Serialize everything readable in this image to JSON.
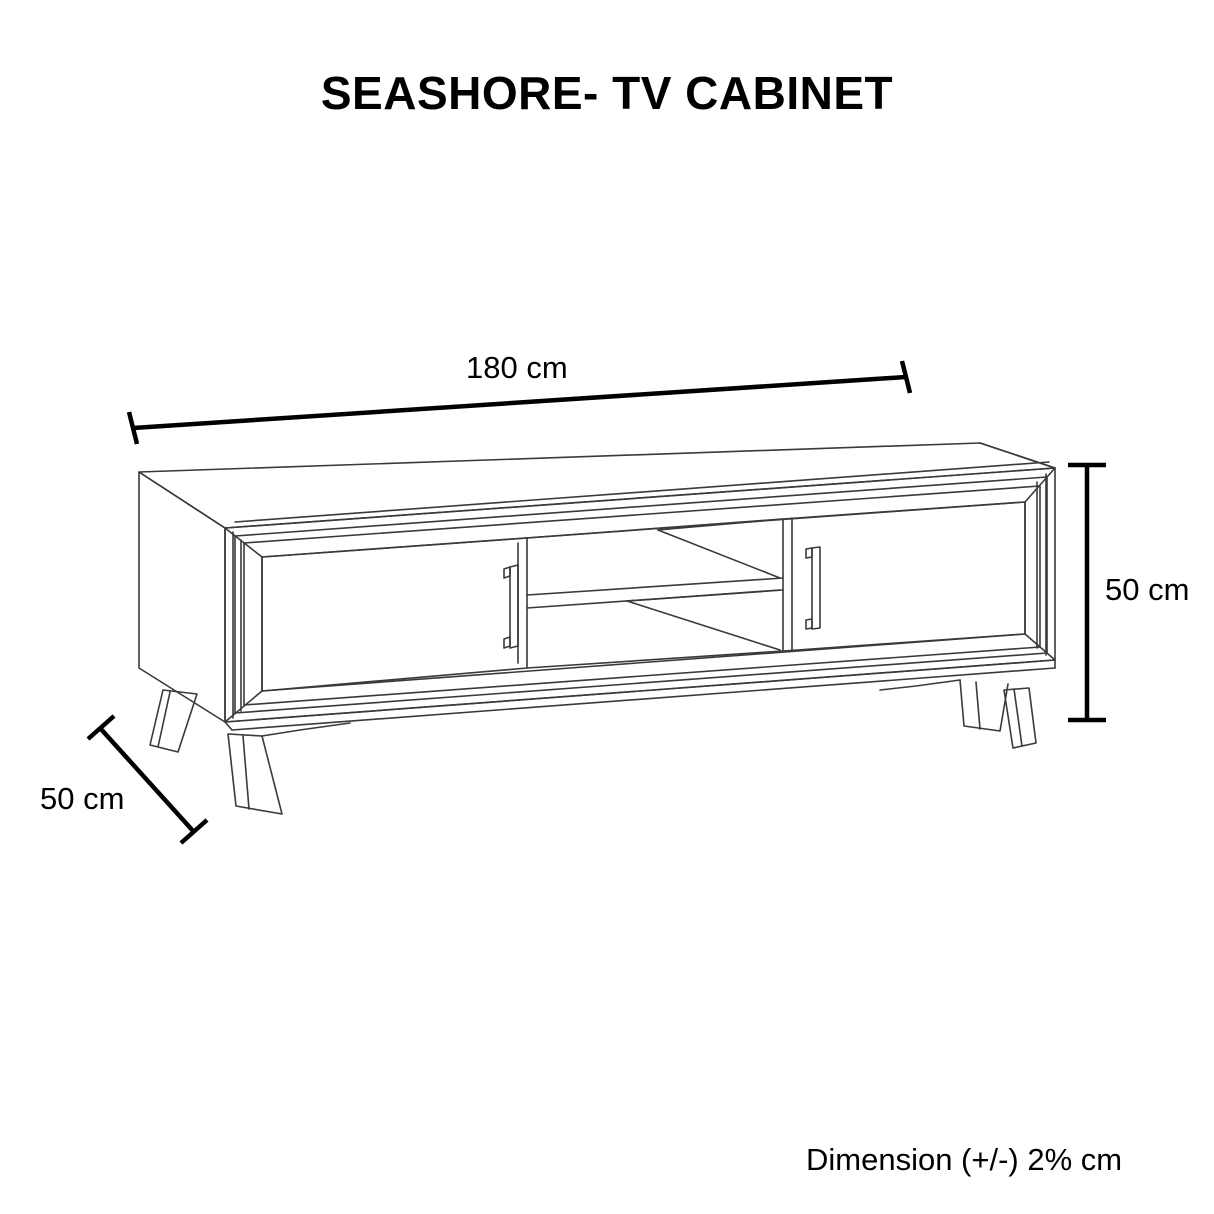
{
  "page": {
    "title": "SEASHORE- TV CABINET",
    "background_color": "#ffffff",
    "line_color": "#000000",
    "drawing_line_color": "#3a3a3a"
  },
  "drawing": {
    "type": "technical-line-drawing",
    "subject": "TV cabinet",
    "view": "three-quarter perspective",
    "features": [
      "two hinged doors with vertical bar handles",
      "central open shelf compartment with one horizontal shelf",
      "mitred outer frame surround",
      "four splayed tapered legs"
    ]
  },
  "dimensions": {
    "width_label": "180 cm",
    "height_label": "50 cm",
    "depth_label": "50 cm"
  },
  "footer": {
    "note": "Dimension (+/-) 2% cm"
  }
}
